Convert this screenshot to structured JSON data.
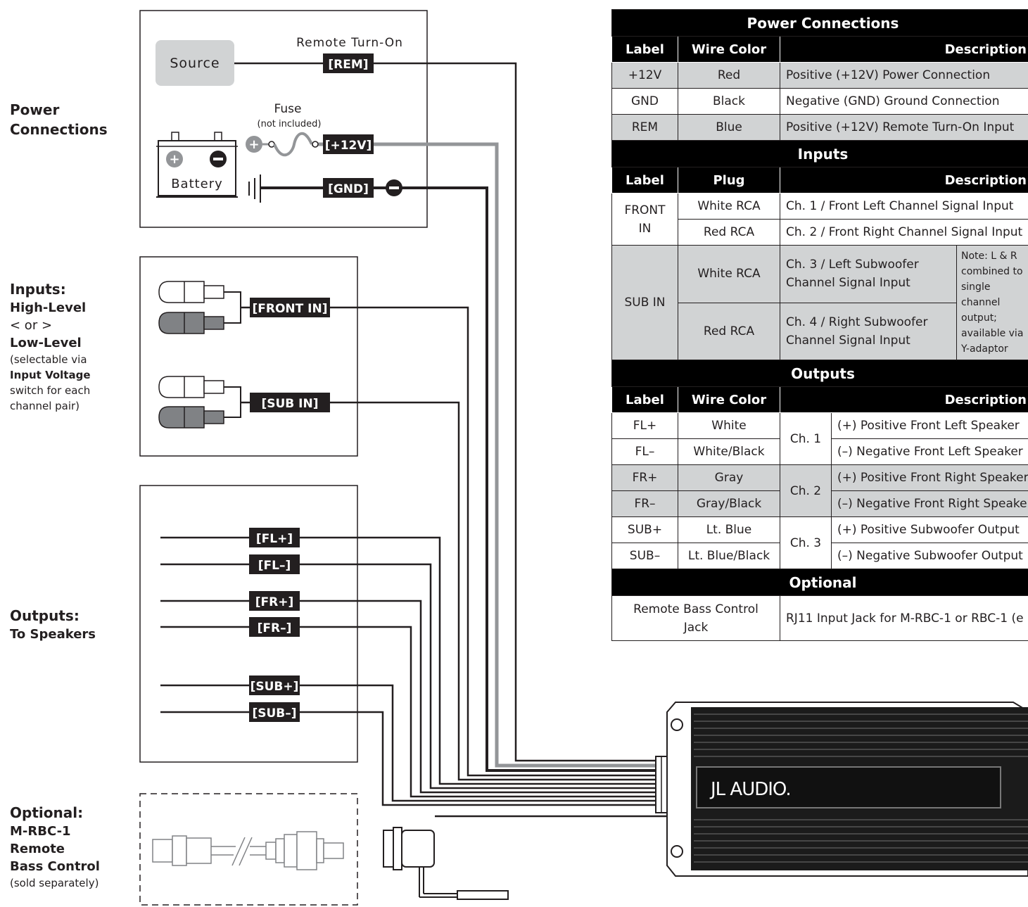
{
  "sections": {
    "power": {
      "title_l1": "Power",
      "title_l2": "Connections"
    },
    "inputs": {
      "title": "Inputs:",
      "line1": "High-Level",
      "line2": "< or >",
      "line3": "Low-Level",
      "small1": "(selectable via",
      "small2": "Input Voltage",
      "small3": "switch for each",
      "small4": "channel pair)"
    },
    "outputs": {
      "title": "Outputs:",
      "line1": "To Speakers"
    },
    "optional": {
      "title": "Optional:",
      "line1": "M-RBC-1",
      "line2": "Remote",
      "line3": "Bass Control",
      "small1": "(sold separately)"
    }
  },
  "diagram": {
    "source_label": "Source",
    "remote_turn_on_label": "Remote Turn-On",
    "fuse_label": "Fuse",
    "fuse_note": "(not included)",
    "battery_label": "Battery",
    "rem_tag": "[REM]",
    "v12_tag": "[+12V]",
    "gnd_tag": "[GND]",
    "front_in_tag": "[FRONT IN]",
    "sub_in_tag": "[SUB IN]",
    "fl_plus_tag": "[FL+]",
    "fl_minus_tag": "[FL–]",
    "fr_plus_tag": "[FR+]",
    "fr_minus_tag": "[FR–]",
    "sub_plus_tag": "[SUB+]",
    "sub_minus_tag": "[SUB–]",
    "brand": "JL AUDIO."
  },
  "table": {
    "power": {
      "title": "Power Connections",
      "headers": [
        "Label",
        "Wire Color",
        "Description"
      ],
      "rows": [
        {
          "label": "+12V",
          "color": "Red",
          "desc": "Positive (+12V) Power Connection"
        },
        {
          "label": "GND",
          "color": "Black",
          "desc": "Negative (GND) Ground Connection"
        },
        {
          "label": "REM",
          "color": "Blue",
          "desc": "Positive (+12V) Remote Turn-On Input"
        }
      ]
    },
    "inputs": {
      "title": "Inputs",
      "headers": [
        "Label",
        "Plug",
        "Description"
      ],
      "front_label": "FRONT IN",
      "front_rows": [
        {
          "plug": "White RCA",
          "desc": "Ch. 1 / Front Left Channel Signal Input"
        },
        {
          "plug": "Red RCA",
          "desc": "Ch. 2 / Front Right Channel Signal Input"
        }
      ],
      "sub_label": "SUB IN",
      "sub_rows": [
        {
          "plug": "White RCA",
          "desc": "Ch. 3 / Left Subwoofer Channel Signal Input"
        },
        {
          "plug": "Red RCA",
          "desc": "Ch. 4 / Right Subwoofer Channel Signal Input"
        }
      ],
      "note": "Note: L & R combined to single channel output; available via Y-adaptor"
    },
    "outputs": {
      "title": "Outputs",
      "headers": [
        "Label",
        "Wire Color",
        "Description"
      ],
      "rows": [
        {
          "label": "FL+",
          "color": "White",
          "ch": "Ch. 1",
          "desc": "(+) Positive Front Left Speaker"
        },
        {
          "label": "FL–",
          "color": "White/Black",
          "ch": "",
          "desc": "(–) Negative Front Left Speaker"
        },
        {
          "label": "FR+",
          "color": "Gray",
          "ch": "Ch. 2",
          "desc": "(+) Positive Front Right Speaker"
        },
        {
          "label": "FR–",
          "color": "Gray/Black",
          "ch": "",
          "desc": "(–) Negative Front Right Speaker"
        },
        {
          "label": "SUB+",
          "color": "Lt. Blue",
          "ch": "Ch. 3",
          "desc": "(+) Positive Subwoofer Output"
        },
        {
          "label": "SUB–",
          "color": "Lt. Blue/Black",
          "ch": "",
          "desc": "(–) Negative Subwoofer Output"
        }
      ]
    },
    "optional": {
      "title": "Optional",
      "label": "Remote Bass Control Jack",
      "desc": "RJ11 Input Jack for M-RBC-1 or RBC-1 (e"
    }
  }
}
